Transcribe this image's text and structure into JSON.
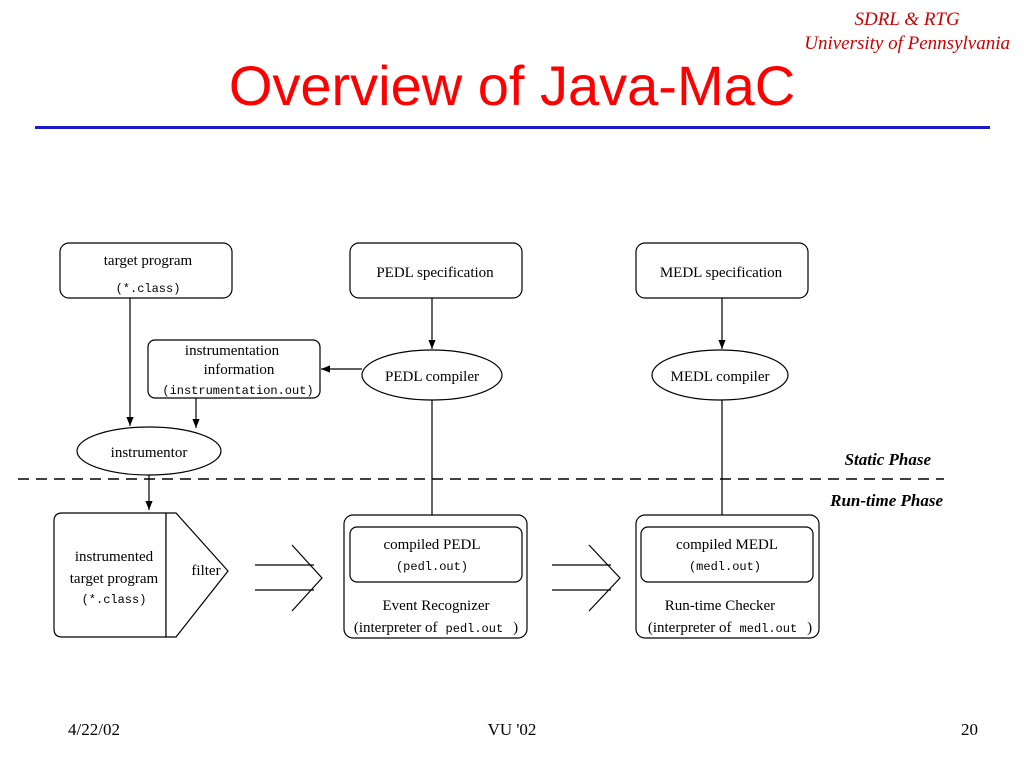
{
  "header": {
    "affiliation_line1": "SDRL & RTG",
    "affiliation_line2": "University of Pennsylvania",
    "title": "Overview of Java-MaC"
  },
  "diagram": {
    "target_program": {
      "label": "target program",
      "file": "(*.class)"
    },
    "pedl_spec": "PEDL specification",
    "medl_spec": "MEDL specification",
    "instr_info": {
      "line1": "instrumentation",
      "line2": "information",
      "file": "(instrumentation.out)"
    },
    "pedl_compiler": "PEDL compiler",
    "medl_compiler": "MEDL compiler",
    "instrumentor": "instrumentor",
    "static_phase": "Static Phase",
    "runtime_phase": "Run-time Phase",
    "instrumented": {
      "line1": "instrumented",
      "line2": "target program",
      "file": "(*.class)",
      "filter": "filter"
    },
    "event_recognizer": {
      "inner_label": "compiled PEDL",
      "inner_file": "(pedl.out)",
      "name": "Event Recognizer",
      "interp_prefix": "(interpreter of",
      "interp_file": "pedl.out",
      "interp_suffix": ")"
    },
    "runtime_checker": {
      "inner_label": "compiled MEDL",
      "inner_file": "(medl.out)",
      "name": "Run-time Checker",
      "interp_prefix": "(interpreter of",
      "interp_file": "medl.out",
      "interp_suffix": ")"
    }
  },
  "footer": {
    "date": "4/22/02",
    "venue": "VU '02",
    "page": "20"
  }
}
